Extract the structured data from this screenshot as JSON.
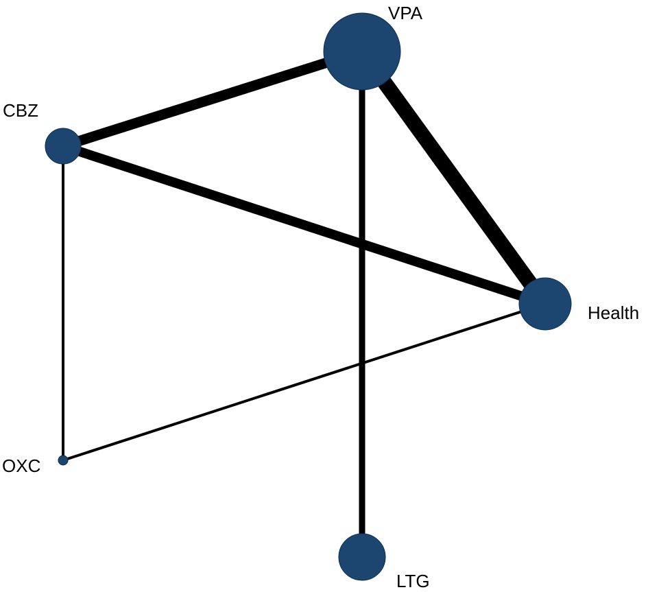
{
  "diagram": {
    "type": "network-graph",
    "node_color": "#1c4670",
    "node_stroke_color": "#0e2f4f",
    "edge_color": "#000000",
    "nodes": [
      {
        "id": "VPA",
        "label": "VPA"
      },
      {
        "id": "CBZ",
        "label": "CBZ"
      },
      {
        "id": "Health",
        "label": "Health"
      },
      {
        "id": "OXC",
        "label": "OXC"
      },
      {
        "id": "LTG",
        "label": "LTG"
      }
    ],
    "edges": [
      {
        "from": "VPA",
        "to": "Health"
      },
      {
        "from": "VPA",
        "to": "CBZ"
      },
      {
        "from": "CBZ",
        "to": "Health"
      },
      {
        "from": "VPA",
        "to": "LTG"
      },
      {
        "from": "CBZ",
        "to": "OXC"
      },
      {
        "from": "OXC",
        "to": "Health"
      }
    ]
  }
}
